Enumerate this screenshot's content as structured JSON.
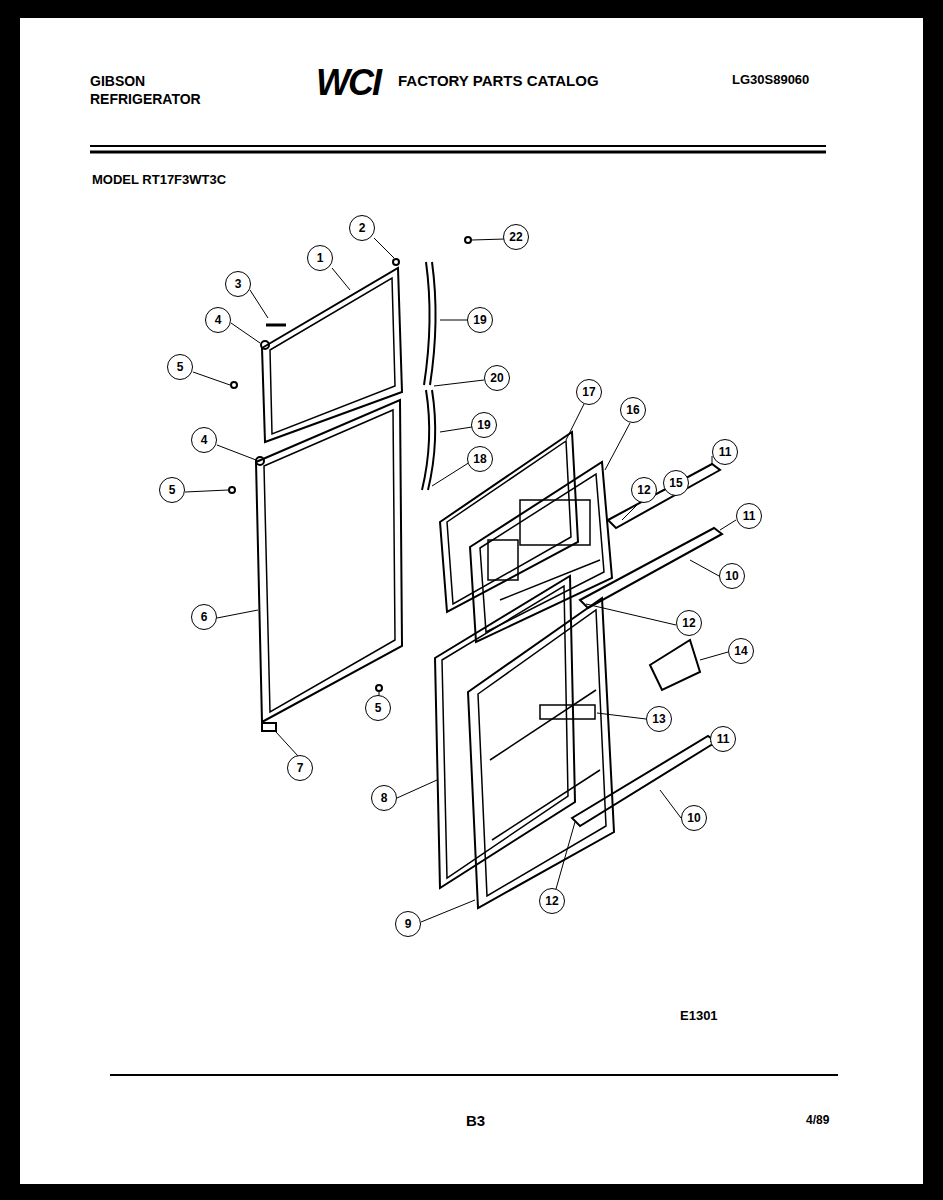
{
  "diagram": {
    "labels": [
      "GIBSON REFRIGERATOR",
      "WCI",
      "FACTORY PARTS CATALOG",
      "LG30S89060",
      "MODEL RT17F3WT3C",
      "2",
      "22",
      "1",
      "3",
      "19",
      "4",
      "5",
      "20",
      "17",
      "16",
      "4",
      "19",
      "11",
      "18",
      "15",
      "5",
      "12",
      "11",
      "10",
      "6",
      "12",
      "14",
      "5",
      "13",
      "11",
      "7",
      "8",
      "10",
      "12",
      "9",
      "E1301",
      "B3",
      "4/89"
    ]
  }
}
